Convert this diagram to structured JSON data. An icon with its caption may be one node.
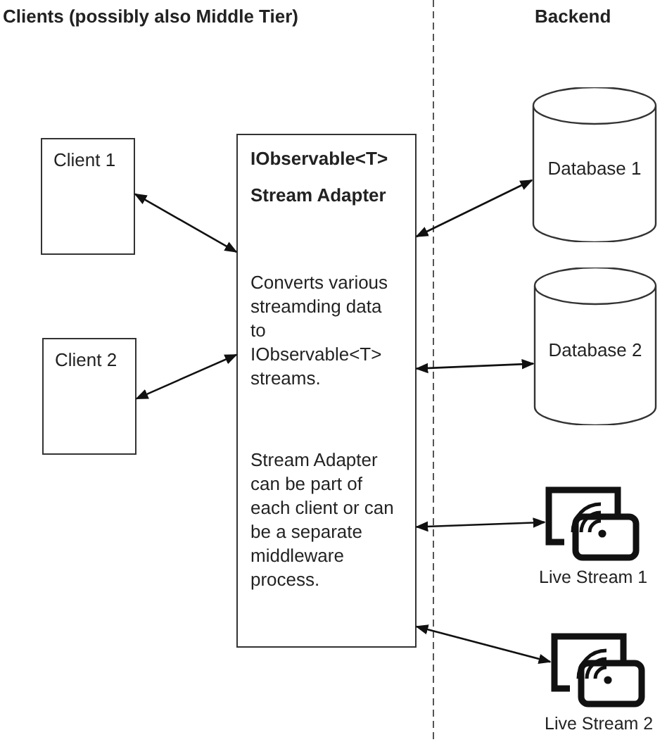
{
  "diagram": {
    "nodes": [
      {
        "text": [
          "Client 1"
        ]
      },
      {
        "text": [
          "Client 2"
        ]
      },
      {
        "text": [
          "IObservable<T>",
          "Stream Adapter",
          "Converts various streamding data to IObservable<T> streams.",
          "Stream Adapter can be part of each client or can be a separate middleware process."
        ]
      },
      {
        "text": [
          "Database 1"
        ]
      },
      {
        "text": [
          "Database 2"
        ]
      },
      {
        "text": [],
        "shape": "picture",
        "beside": [
          "Live Stream 1"
        ]
      },
      {
        "text": [],
        "shape": "picture",
        "beside": [
          "Live Stream 2"
        ]
      }
    ],
    "edges": [
      {
        "from": 0,
        "to": 2,
        "arrow": "both"
      },
      {
        "from": 1,
        "to": 2,
        "arrow": "both"
      },
      {
        "from": 2,
        "to": 3,
        "arrow": "both"
      },
      {
        "from": 2,
        "to": 4,
        "arrow": "both"
      },
      {
        "from": 2,
        "to": 5,
        "arrow": "both"
      },
      {
        "from": 2,
        "to": 6,
        "arrow": "both"
      }
    ],
    "labels": [
      "Clients (possibly also Middle Tier)",
      "Backend"
    ]
  }
}
